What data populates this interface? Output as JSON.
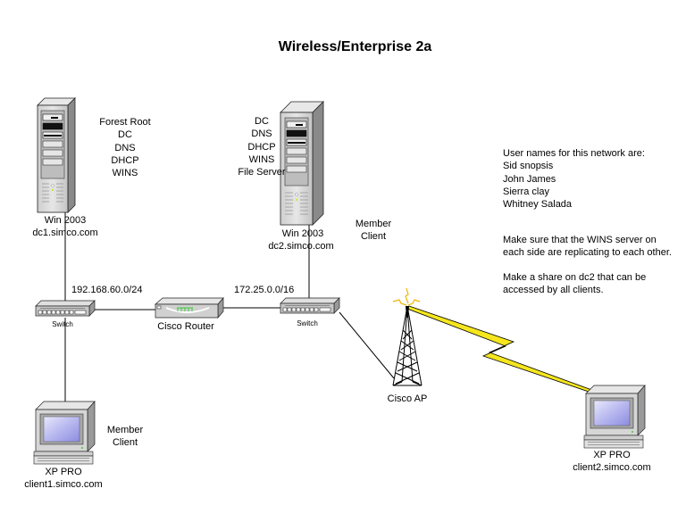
{
  "title": "Wireless/Enterprise 2a",
  "nodes": {
    "dc1": {
      "roles": [
        "Forest Root",
        "DC",
        "DNS",
        "DHCP",
        "WINS"
      ],
      "os": "Win 2003",
      "hostname": "dc1.simco.com"
    },
    "dc2": {
      "roles": [
        "DC",
        "DNS",
        "DHCP",
        "WINS",
        "File Server"
      ],
      "os": "Win 2003",
      "hostname": "dc2.simco.com"
    },
    "switch1": {
      "label": "Switch"
    },
    "switch2": {
      "label": "Switch"
    },
    "router": {
      "label": "Cisco Router"
    },
    "access_point": {
      "label": "Cisco AP"
    },
    "client1": {
      "role": [
        "Member",
        "Client"
      ],
      "os": "XP PRO",
      "hostname": "client1.simco.com"
    },
    "client2": {
      "role": [
        "Member",
        "Client"
      ],
      "os": "XP PRO",
      "hostname": "client2.simco.com"
    }
  },
  "networks": {
    "left_subnet": "192.168.60.0/24",
    "right_subnet": "172.25.0.0/16"
  },
  "notes": {
    "users_heading": "User names for this network are:",
    "users": [
      "Sid snopsis",
      "John James",
      "Sierra clay",
      "Whitney Salada"
    ],
    "wins_note": [
      "Make sure that the WINS server on",
      "each side are replicating to each other."
    ],
    "share_note": [
      "Make a share on dc2 that can be",
      "accessed by all clients."
    ]
  },
  "colors": {
    "link": "#000000",
    "wireless_bolt": "#f5e61e",
    "screen": "#c8c8f4",
    "device_body": "#d4d4d4",
    "led_green": "#3cc83c",
    "signal": "#f0b400"
  }
}
